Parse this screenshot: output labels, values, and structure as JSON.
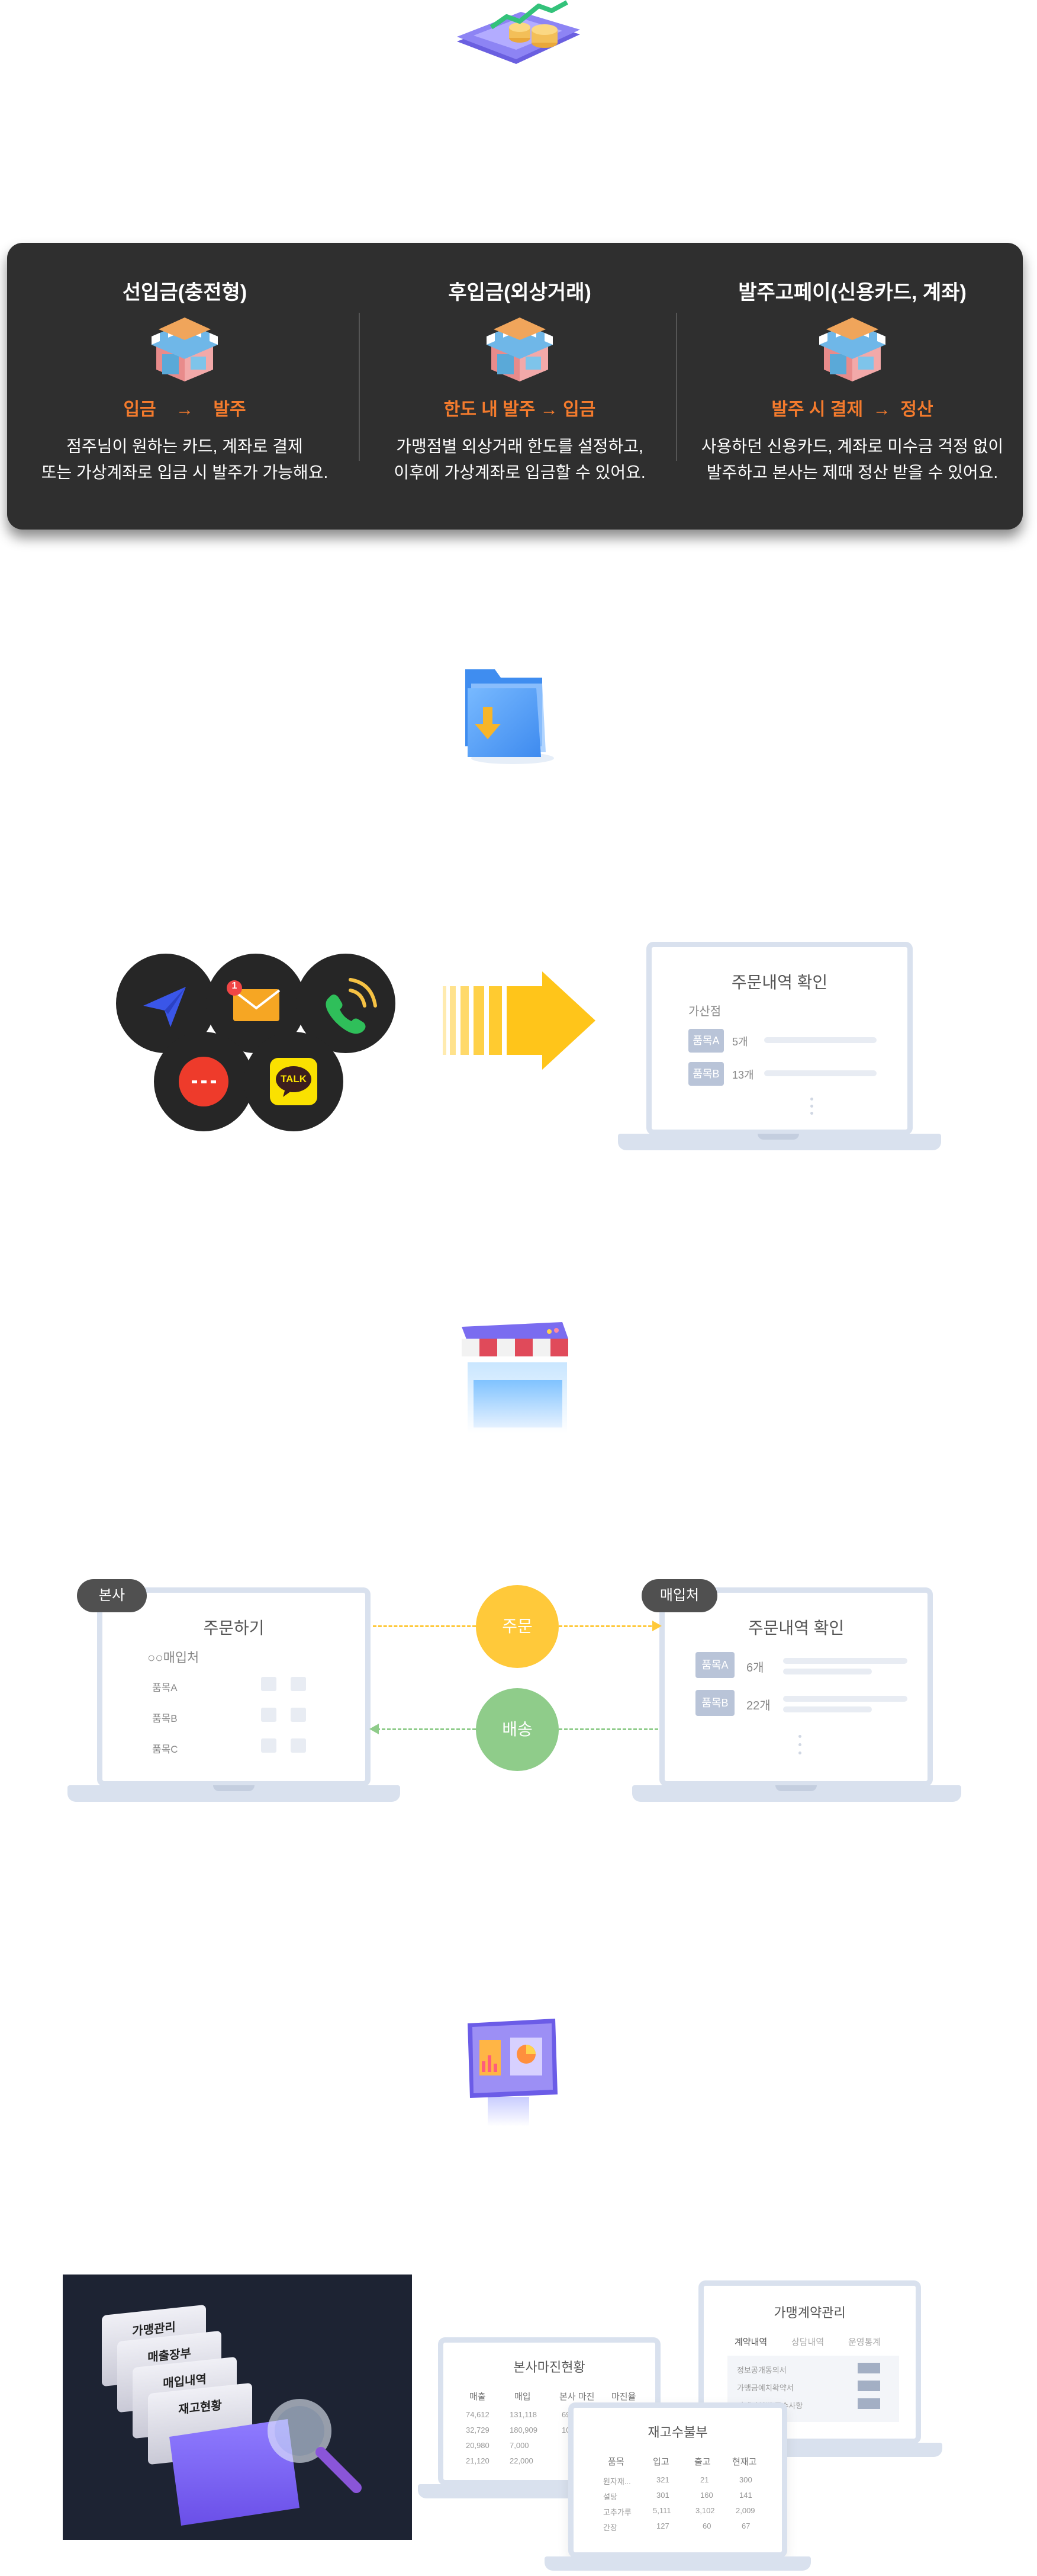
{
  "payment": {
    "cols": [
      {
        "title": "선입금(충전형)",
        "flow_a": "입금",
        "flow_arrow": "→",
        "flow_b": "발주",
        "desc_1": "점주님이 원하는 카드, 계좌로 결제",
        "desc_2": "또는 가상계좌로 입금 시 발주가 가능해요."
      },
      {
        "title": "후입금(외상거래)",
        "flow_a": "한도 내 발주",
        "flow_arrow": "→",
        "flow_b": "입금",
        "desc_1": "가맹점별 외상거래 한도를 설정하고,",
        "desc_2": "이후에 가상계좌로 입금할 수 있어요."
      },
      {
        "title": "발주고페이(신용카드, 계좌)",
        "flow_a": "발주 시 결제",
        "flow_arrow": "→",
        "flow_b": "정산",
        "desc_1": "사용하던 신용카드, 계좌로 미수금 걱정 없이",
        "desc_2": "발주하고 본사는 제때 정산 받을 수 있어요."
      }
    ]
  },
  "message_icons": {
    "icons": [
      "send-icon",
      "mail-icon",
      "phone-icon",
      "chat-icon",
      "kakaotalk-icon"
    ],
    "mail_badge": "1",
    "talk_label": "TALK"
  },
  "order_confirm_1": {
    "title": "주문내역 확인",
    "store": "가산점",
    "rows": [
      {
        "item": "품목A",
        "qty": "5개"
      },
      {
        "item": "품목B",
        "qty": "13개"
      }
    ]
  },
  "order_flow": {
    "hq_badge": "본사",
    "supplier_badge": "매입처",
    "order_title": "주문하기",
    "supplier_name": "○○매입처",
    "order_items": [
      "품목A",
      "품목B",
      "품목C"
    ],
    "order_label": "주문",
    "delivery_label": "배송",
    "confirm_title": "주문내역 확인",
    "confirm_rows": [
      {
        "item": "품목A",
        "qty": "6개"
      },
      {
        "item": "품목B",
        "qty": "22개"
      }
    ]
  },
  "reports": {
    "doc_cards": [
      "가맹관리",
      "매출장부",
      "매입내역",
      "재고현황"
    ],
    "hq_margin": {
      "title": "본사마진현황",
      "headers": [
        "매출",
        "매입",
        "본사 마진",
        "마진율"
      ],
      "rows": [
        [
          "74,612",
          "131,118",
          "69",
          ""
        ],
        [
          "32,729",
          "180,909",
          "10",
          ""
        ],
        [
          "20,980",
          "7,000",
          "",
          ""
        ],
        [
          "21,120",
          "22,000",
          "",
          ""
        ]
      ]
    },
    "contract": {
      "title": "가맹계약관리",
      "tabs": [
        "계약내역",
        "상담내역",
        "운영통계"
      ],
      "rows": [
        "정보공개동의서",
        "가맹금예치확약서",
        "가맹사업법 준수사항"
      ]
    },
    "inventory": {
      "title": "재고수불부",
      "headers": [
        "품목",
        "입고",
        "출고",
        "현재고"
      ],
      "rows": [
        [
          "원자재...",
          "321",
          "21",
          "300"
        ],
        [
          "설탕",
          "301",
          "160",
          "141"
        ],
        [
          "고추가루",
          "5,111",
          "3,102",
          "2,009"
        ],
        [
          "간장",
          "127",
          "60",
          "67"
        ]
      ]
    }
  },
  "colors": {
    "panel_bg": "#2f2f2f",
    "accent_orange": "#f47b2d",
    "arrow_yellow": "#ffc51a",
    "order_circle": "#ffc93a",
    "delivery_circle": "#8fcc8a",
    "laptop_gray": "#d9e1ee"
  }
}
